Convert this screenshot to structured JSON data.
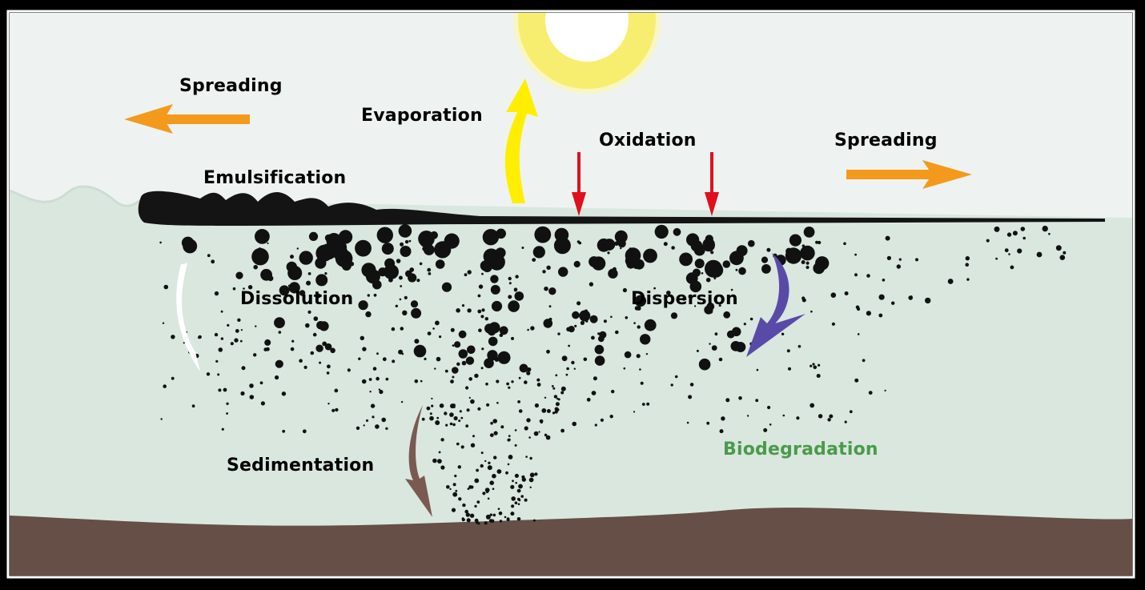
{
  "labels": {
    "spreading_left": "Spreading",
    "spreading_right": "Spreading",
    "evaporation": "Evaporation",
    "oxidation": "Oxidation",
    "emulsification": "Emulsification",
    "dissolution": "Dissolution",
    "dispersion": "Dispersion",
    "sedimentation": "Sedimentation",
    "biodegradation": "Biodegradation"
  },
  "colors": {
    "sky": "#eef3f1",
    "water": "#d9e7df",
    "sediment": "#654f46",
    "oil": "#141414",
    "spreading_arrow": "#f39a1c",
    "evaporation_arrow": "#ffee00",
    "oxidation_arrow": "#e0101c",
    "dispersion_arrow": "#5a4aa8",
    "sedimentation_arrow": "#7a5a50",
    "dissolution_arrow": "#ffffff",
    "biodegradation_text": "#4a9a4a",
    "sun_glow": "#fbf6a0",
    "sun_core": "#ffffff"
  }
}
